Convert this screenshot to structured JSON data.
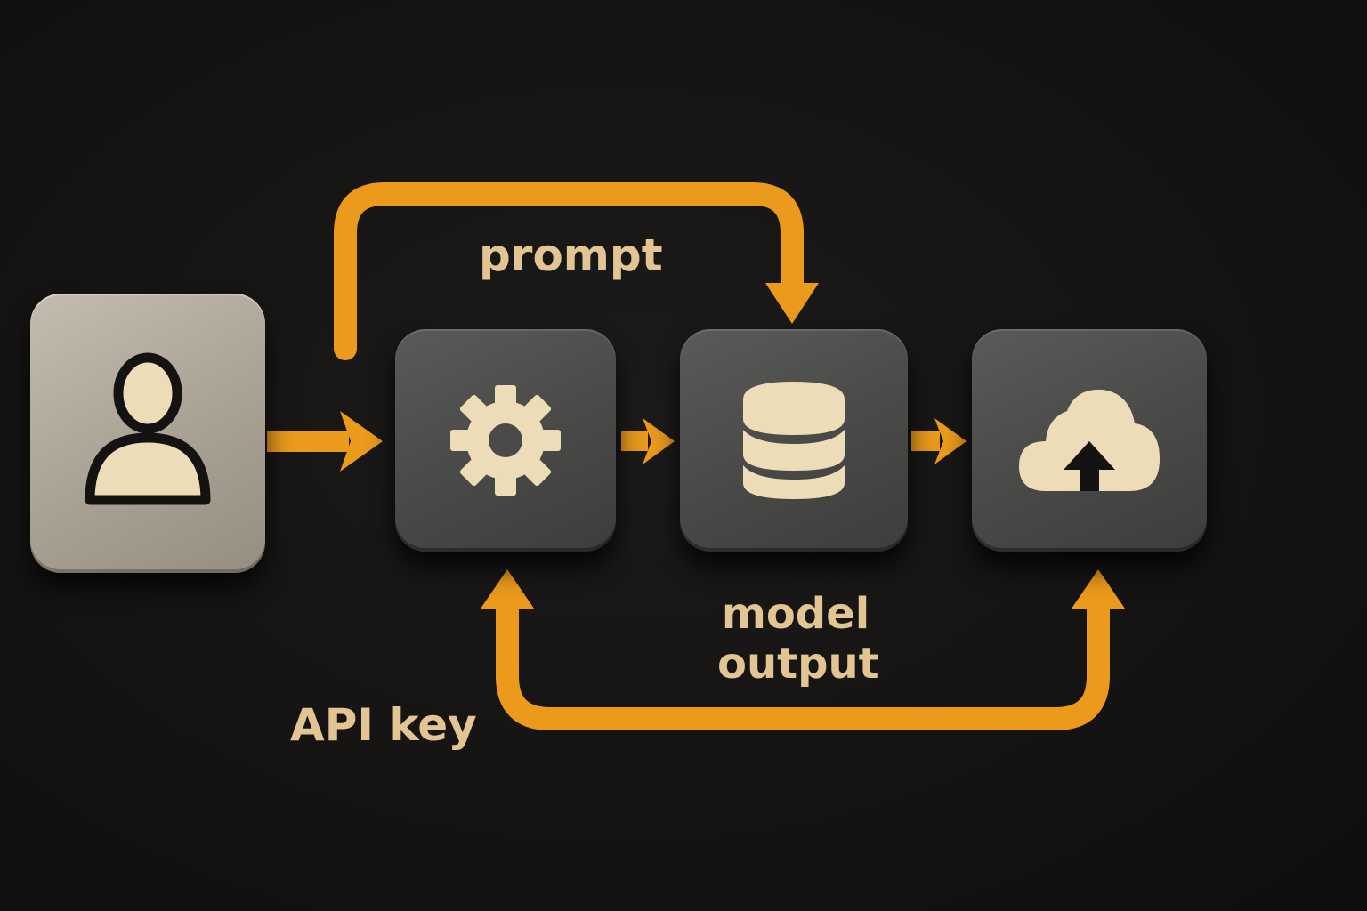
{
  "diagram": {
    "labels": {
      "prompt": "prompt",
      "model_output_line1": "model",
      "model_output_line2": "output",
      "api_key": "API key"
    },
    "nodes": [
      {
        "id": "user",
        "icon": "user-icon"
      },
      {
        "id": "processor",
        "icon": "gear-icon"
      },
      {
        "id": "model",
        "icon": "database-icon"
      },
      {
        "id": "upload",
        "icon": "cloud-upload-icon"
      }
    ],
    "edges": [
      {
        "from": "user",
        "to": "processor"
      },
      {
        "from": "processor",
        "to": "model"
      },
      {
        "from": "model",
        "to": "upload"
      },
      {
        "from": "user",
        "to": "model",
        "label": "prompt"
      },
      {
        "from": "processor",
        "to": "upload",
        "label": "API key",
        "bidirectional": true
      }
    ]
  },
  "colors": {
    "background": "#151413",
    "arrow": "#eb9a1c",
    "label": "#e3c594",
    "icon_fill": "#ecdcb7",
    "user_card": "#b1aa9c",
    "dark_card": "#4a4a48"
  }
}
